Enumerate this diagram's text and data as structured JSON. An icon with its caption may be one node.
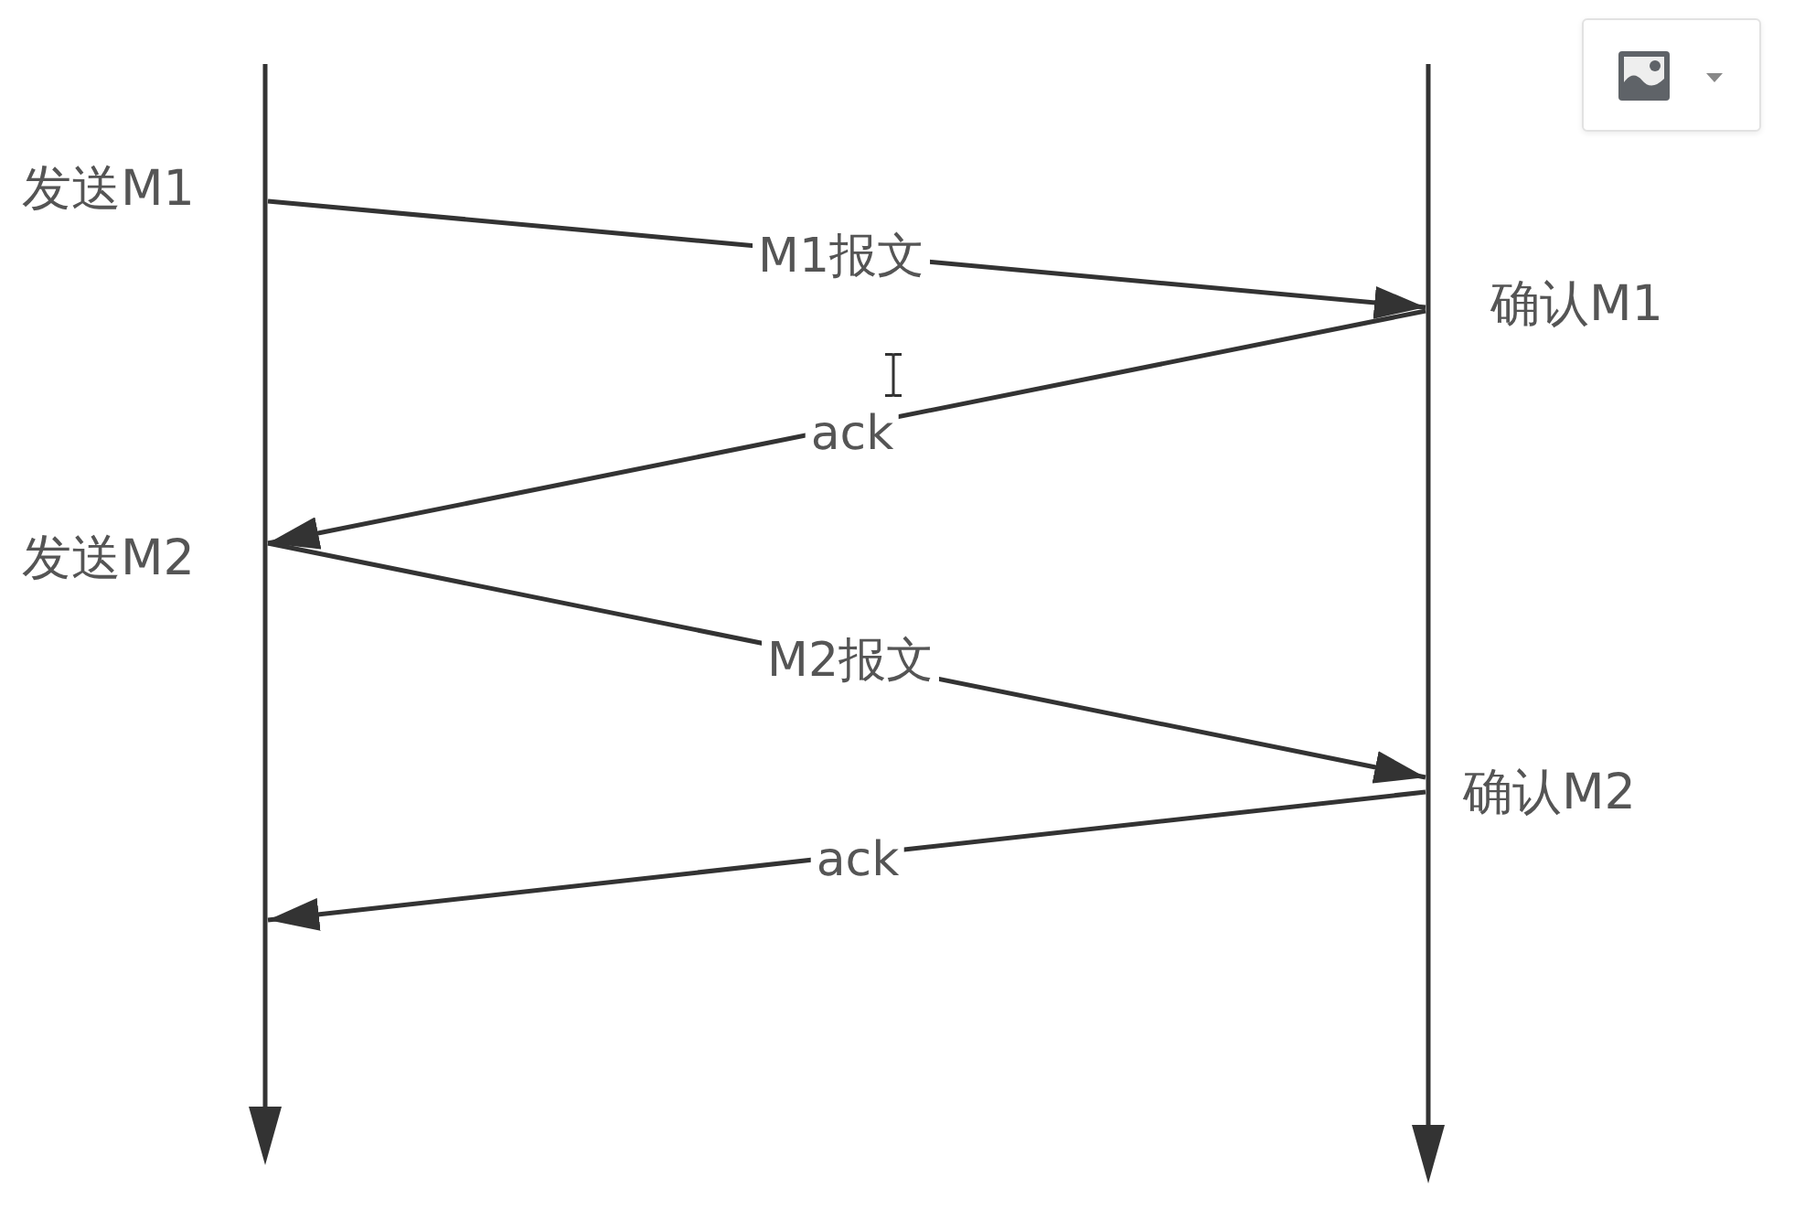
{
  "diagram": {
    "nodes": [
      {
        "text": [],
        "shape": "line",
        "beside": [
          "发送M1",
          "发送M2"
        ]
      },
      {
        "text": [],
        "shape": "line",
        "beside": [
          "确认M1",
          "确认M2"
        ]
      }
    ],
    "edges": [
      {
        "from": 0,
        "to": 1,
        "arrow": "to",
        "label": "M1报文"
      },
      {
        "from": 1,
        "to": 0,
        "arrow": "to",
        "label": "ack"
      },
      {
        "from": 0,
        "to": 1,
        "arrow": "to",
        "label": "M2报文"
      },
      {
        "from": 1,
        "to": 0,
        "arrow": "to",
        "label": "ack"
      }
    ]
  }
}
